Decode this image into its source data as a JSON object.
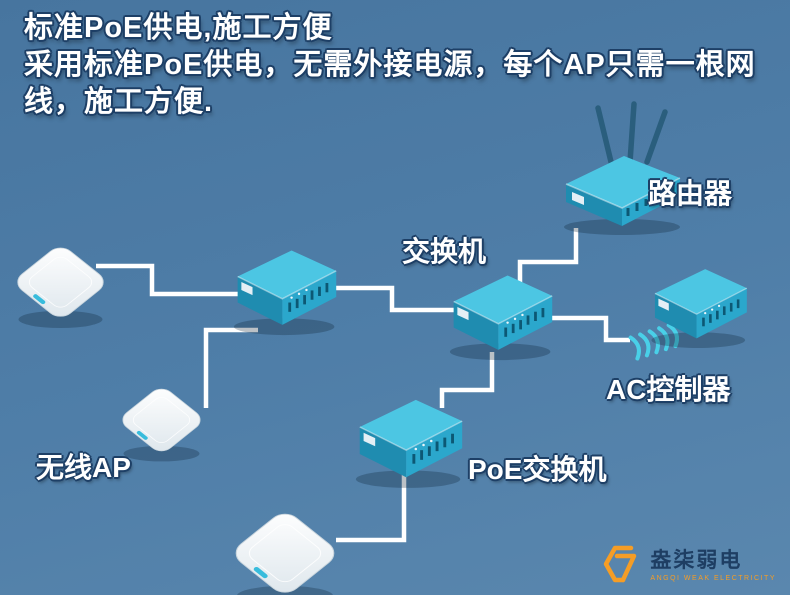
{
  "heading": {
    "line1": "标准PoE供电,施工方便",
    "line2": "采用标准PoE供电，无需外接电源，每个AP只需一根网",
    "line3": "线，施工方便."
  },
  "labels": {
    "router": "路由器",
    "switch": "交换机",
    "ac_controller": "AC控制器",
    "poe_switch": "PoE交换机",
    "wireless_ap": "无线AP"
  },
  "logo": {
    "name": "盎柒弱电",
    "subtitle": "ANGQI WEAK ELECTRICITY"
  },
  "colors": {
    "background_top": "#47759f",
    "background_bottom": "#5a87ae",
    "device_top": "#4cc6e3",
    "device_front": "#2ba7cc",
    "device_side": "#1f8cb0",
    "wire": "#ffffff",
    "text_outline": "#1d3f66",
    "wifi_wave": "#49d0e8",
    "logo_accent": "#f59d26",
    "logo_text": "#1e3e63"
  }
}
